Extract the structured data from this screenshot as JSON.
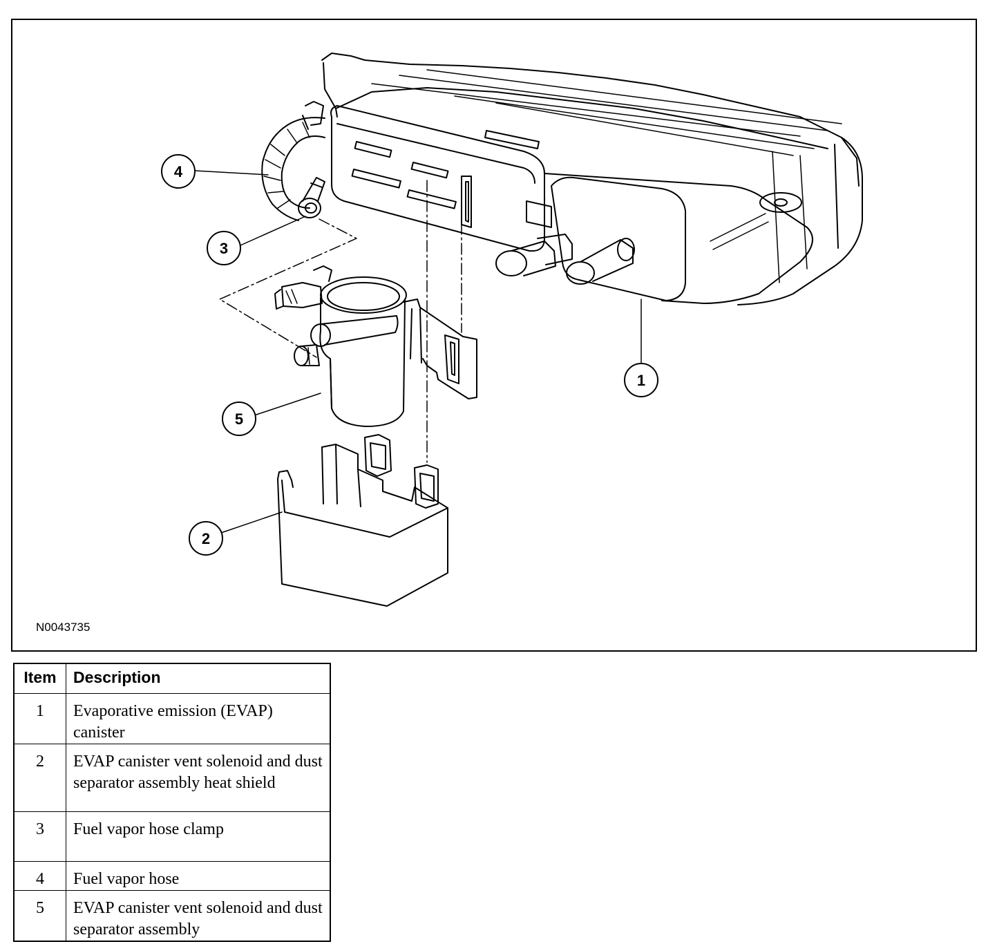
{
  "figure": {
    "id": "N0043735",
    "callouts": [
      "1",
      "2",
      "3",
      "4",
      "5"
    ]
  },
  "legend": {
    "header_item": "Item",
    "header_description": "Description",
    "rows": [
      {
        "item": "1",
        "description": "Evaporative emission (EVAP) canister"
      },
      {
        "item": "2",
        "description": "EVAP canister vent solenoid and dust separator assembly heat shield"
      },
      {
        "item": "3",
        "description": "Fuel vapor hose clamp"
      },
      {
        "item": "4",
        "description": "Fuel vapor hose"
      },
      {
        "item": "5",
        "description": "EVAP canister vent solenoid and dust separator assembly"
      }
    ]
  }
}
